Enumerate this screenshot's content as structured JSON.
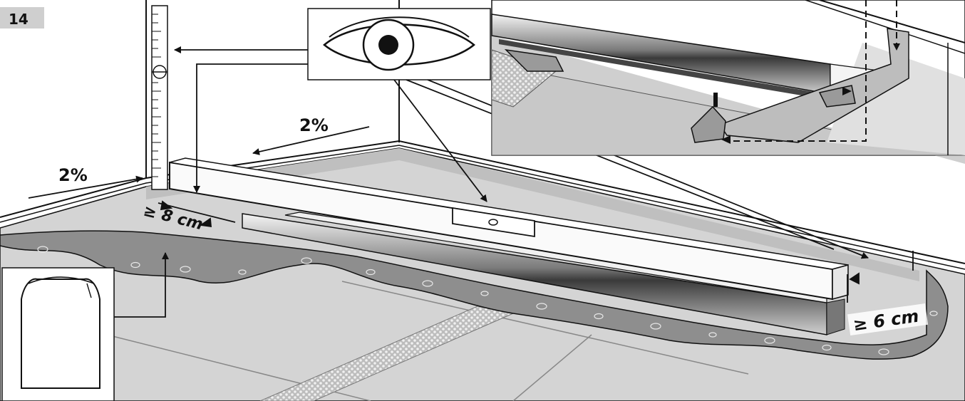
{
  "step_number": "14",
  "labels": {
    "slope_left": "2%",
    "slope_back": "2%",
    "min_wall_distance": "≥ 8 cm",
    "min_screed_depth": "≥ 6 cm"
  },
  "icons": [
    "eye-icon",
    "mortar-bag-icon",
    "spirit-level-icon"
  ],
  "colors": {
    "floor": "#d4d4d4",
    "screed": "#8e8e8e",
    "wall": "#f4f4f4",
    "outline": "#111111"
  }
}
